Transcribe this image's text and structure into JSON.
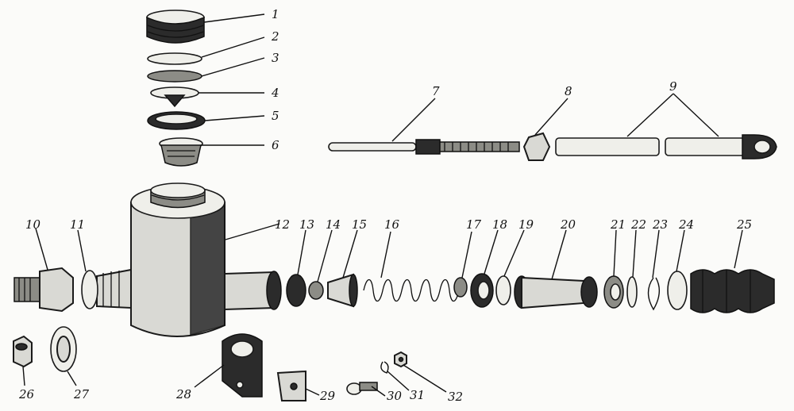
{
  "labels": {
    "l1": "1",
    "l2": "2",
    "l3": "3",
    "l4": "4",
    "l5": "5",
    "l6": "6",
    "l7": "7",
    "l8": "8",
    "l9": "9",
    "l10": "10",
    "l11": "11",
    "l12": "12",
    "l13": "13",
    "l14": "14",
    "l15": "15",
    "l16": "16",
    "l17": "17",
    "l18": "18",
    "l19": "19",
    "l20": "20",
    "l21": "21",
    "l22": "22",
    "l23": "23",
    "l24": "24",
    "l25": "25",
    "l26": "26",
    "l27": "27",
    "l28": "28",
    "l29": "29",
    "l30": "30",
    "l31": "31",
    "l32": "32"
  }
}
